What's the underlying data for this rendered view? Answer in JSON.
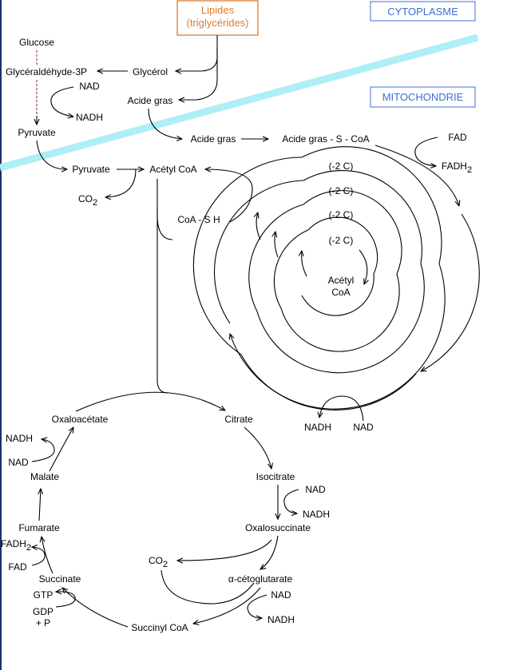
{
  "compartments": {
    "cytoplasm": "CYTOPLASME",
    "mitochondria": "MITOCHONDRIE"
  },
  "lipids": {
    "line1": "Lipides",
    "line2": "(triglycérides)"
  },
  "glycolysis": {
    "glucose": "Glucose",
    "g3p": "Glycéraldéhyde-3P",
    "nad": "NAD",
    "nadh": "NADH",
    "pyruvate_cyto": "Pyruvate"
  },
  "lipid_branch": {
    "glycerol": "Glycérol",
    "fatty_acid_cyto": "Acide gras",
    "fatty_acid_mito": "Acide gras",
    "fatty_acyl_coa": "Acide gras - S - CoA"
  },
  "pyruvate_branch": {
    "pyruvate_mito": "Pyruvate",
    "acetyl_coa": "Acétyl CoA",
    "co2": "CO",
    "co2_sub": "2",
    "coash": "CoA - S H"
  },
  "beta_oxidation": {
    "fad": "FAD",
    "fadh2": "FADH",
    "fadh2_sub": "2",
    "minus2c_1": "(-2 C)",
    "minus2c_2": "(-2 C)",
    "minus2c_3": "(-2 C)",
    "minus2c_4": "(-2 C)",
    "center_line1": "Acétyl",
    "center_line2": "CoA",
    "nadh": "NADH",
    "nad": "NAD"
  },
  "krebs": {
    "oxaloacetate": "Oxaloacétate",
    "citrate": "Citrate",
    "isocitrate": "Isocitrate",
    "nad_1": "NAD",
    "nadh_1": "NADH",
    "oxalosuccinate": "Oxalosuccinate",
    "co2": "CO",
    "co2_sub": "2",
    "alpha_kg": "α-cétoglutarate",
    "nad_2": "NAD",
    "nadh_2": "NADH",
    "succinyl_coa": "Succinyl CoA",
    "succinate": "Succinate",
    "gtp": "GTP",
    "gdp": "GDP",
    "plus_p": "+ P",
    "fad": "FAD",
    "fadh2": "FADH",
    "fadh2_sub": "2",
    "fumarate": "Fumarate",
    "malate": "Malate",
    "nad_3": "NAD",
    "nadh_3": "NADH"
  },
  "colors": {
    "lipids_box": "#e07b2e",
    "compartment_box": "#3b6fd6",
    "membrane": "#aeeef7"
  }
}
